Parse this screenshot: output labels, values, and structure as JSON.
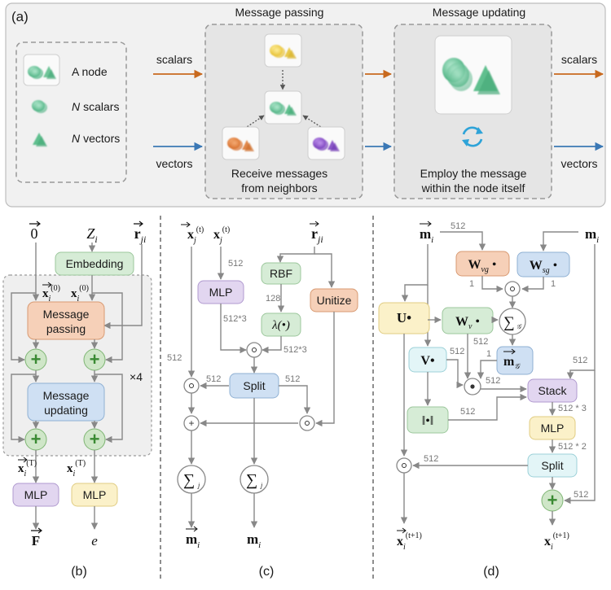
{
  "panel_a": {
    "tag": "(a)",
    "legend": {
      "node": "A node",
      "scalars_n": "N",
      "scalars": "scalars",
      "vectors_n": "N",
      "vectors": "vectors"
    },
    "title_passing": "Message passing",
    "title_updating": "Message updating",
    "in_scalars": "scalars",
    "in_vectors": "vectors",
    "out_scalars": "scalars",
    "out_vectors": "vectors",
    "receive_1": "Receive messages",
    "receive_2": "from neighbors",
    "employ_1": "Employ the message",
    "employ_2": "within the node itself"
  },
  "panel_b": {
    "tag": "(b)",
    "embedding": "Embedding",
    "msg_passing_1": "Message",
    "msg_passing_2": "passing",
    "msg_updating_1": "Message",
    "msg_updating_2": "updating",
    "repeat": "×4",
    "mlp_left": "MLP",
    "mlp_right": "MLP",
    "out_right": "e"
  },
  "panel_c": {
    "tag": "(c)",
    "rbf": "RBF",
    "mlp": "MLP",
    "lambda": "λ(•)",
    "unitize": "Unitize",
    "split": "Split",
    "n512a": "512",
    "n512b": "512*3",
    "n128": "128",
    "n512c": "512*3",
    "n512d": "512",
    "n512e": "512",
    "n512f": "512"
  },
  "panel_d": {
    "tag": "(d)",
    "u": "U•",
    "v": "V•",
    "stack": "Stack",
    "mlp": "MLP",
    "split": "Split",
    "n512a": "512",
    "n1a": "1",
    "n1b": "1",
    "n512b": "512",
    "n512c": "512",
    "n1c": "1",
    "n512d": "512",
    "n512e": "512",
    "n512f": "512 * 3",
    "n512g": "512 * 2",
    "n512h": "512",
    "n512i": "512",
    "n512j": "512"
  },
  "colors": {
    "orange_arrow": "#c8691e",
    "blue_arrow": "#3b78b5",
    "orange_box": "#f6d0b8",
    "blue_box": "#cfe0f3",
    "green_box": "#d6ecd6",
    "purple_box": "#e2d6f0",
    "yellow_box": "#fbf1c9",
    "cyan_box": "#e3f5f7"
  }
}
